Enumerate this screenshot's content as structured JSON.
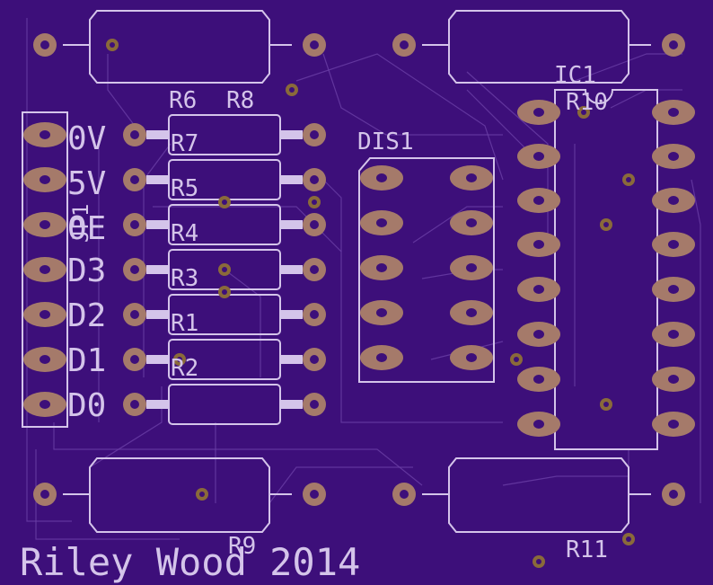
{
  "board": {
    "colors": {
      "substrate": "#3d0f7a",
      "silkscreen": "#d4c4ea",
      "pad_copper": "#a57a6a",
      "via_ring": "#8a6a3a",
      "trace_ghost": "#6a3fa6"
    },
    "designators": {
      "r6": "R6",
      "r8": "R8",
      "ic1": "IC1",
      "r10": "R10",
      "dis1": "DIS1",
      "r7": "R7",
      "r5": "R5",
      "r4": "R4",
      "r3": "R3",
      "r1": "R1",
      "r2": "R2",
      "r9": "R9",
      "r11": "R11"
    },
    "header_labels": [
      "0V",
      "5V",
      "OE",
      "D3",
      "D2",
      "D1",
      "D0"
    ],
    "header_name": "JP1",
    "credit": "Riley Wood 2014"
  }
}
